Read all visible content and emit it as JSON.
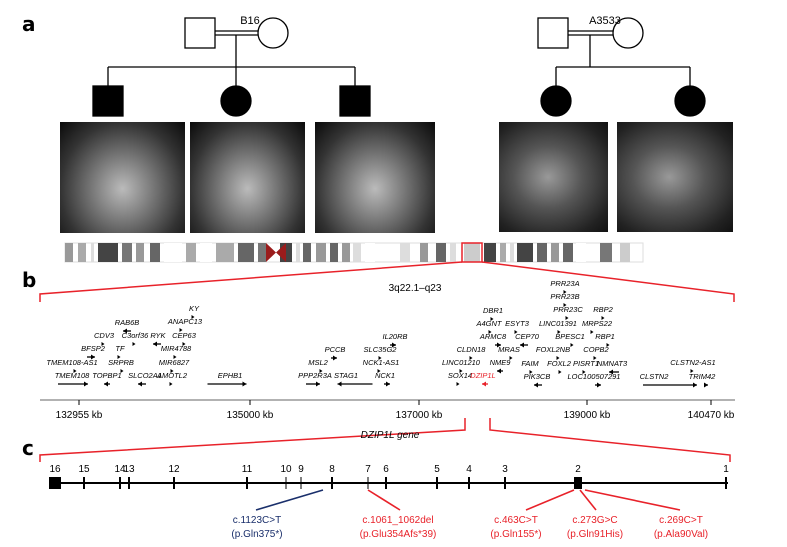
{
  "panels": {
    "a": "a",
    "b": "b",
    "c": "c"
  },
  "pedigrees": [
    {
      "id": "B16"
    },
    {
      "id": "A3533"
    }
  ],
  "region_label": "3q22.1–q23",
  "axis_ticks": [
    "132955 kb",
    "135000 kb",
    "137000 kb",
    "139000 kb",
    "140470 kb"
  ],
  "genes": [
    {
      "name": "KY",
      "strand": "+"
    },
    {
      "name": "ANAPC13",
      "strand": "."
    },
    {
      "name": "CEP63",
      "strand": "+"
    },
    {
      "name": "RAB6B",
      "strand": "-"
    },
    {
      "name": "CDV3",
      "strand": "."
    },
    {
      "name": "C3orf36",
      "strand": "."
    },
    {
      "name": "RYK",
      "strand": "-"
    },
    {
      "name": "BFSP2",
      "strand": "+"
    },
    {
      "name": "TF",
      "strand": "."
    },
    {
      "name": "MIR4788",
      "strand": "."
    },
    {
      "name": "TMEM108-AS1",
      "strand": "."
    },
    {
      "name": "SRPRB",
      "strand": "."
    },
    {
      "name": "MIR6827",
      "strand": "."
    },
    {
      "name": "TMEM108",
      "strand": "+"
    },
    {
      "name": "TOPBP1",
      "strand": "-"
    },
    {
      "name": "SLCO2A1",
      "strand": "-"
    },
    {
      "name": "AMOTL2",
      "strand": "."
    },
    {
      "name": "EPHB1",
      "strand": "+"
    },
    {
      "name": "DBR1",
      "strand": "."
    },
    {
      "name": "A4GNT",
      "strand": "."
    },
    {
      "name": "ESYT3",
      "strand": "."
    },
    {
      "name": "IL20RB",
      "strand": "+"
    },
    {
      "name": "ARMC8",
      "strand": "+"
    },
    {
      "name": "CEP70",
      "strand": "-"
    },
    {
      "name": "PCCB",
      "strand": "+"
    },
    {
      "name": "SLC35G2",
      "strand": "."
    },
    {
      "name": "CLDN18",
      "strand": "."
    },
    {
      "name": "MRAS",
      "strand": "."
    },
    {
      "name": "MSL2",
      "strand": "."
    },
    {
      "name": "NCK1-AS1",
      "strand": "."
    },
    {
      "name": "LINC01210",
      "strand": "."
    },
    {
      "name": "NME9",
      "strand": "-"
    },
    {
      "name": "PPP2R3A",
      "strand": "+"
    },
    {
      "name": "STAG1",
      "strand": "-"
    },
    {
      "name": "NCK1",
      "strand": "+"
    },
    {
      "name": "SOX14",
      "strand": "."
    },
    {
      "name": "DZIP1L",
      "strand": "-",
      "highlight": true
    },
    {
      "name": "PRR23A",
      "strand": "."
    },
    {
      "name": "PRR23B",
      "strand": "."
    },
    {
      "name": "PRR23C",
      "strand": "."
    },
    {
      "name": "RBP2",
      "strand": "."
    },
    {
      "name": "LINC01391",
      "strand": "."
    },
    {
      "name": "MRPS22",
      "strand": "."
    },
    {
      "name": "BPESC1",
      "strand": "."
    },
    {
      "name": "RBP1",
      "strand": "."
    },
    {
      "name": "FOXL2NB",
      "strand": "."
    },
    {
      "name": "COPB2",
      "strand": "."
    },
    {
      "name": "FAIM",
      "strand": "."
    },
    {
      "name": "FOXL2",
      "strand": "."
    },
    {
      "name": "PISRT1",
      "strand": "."
    },
    {
      "name": "NMNAT3",
      "strand": "-"
    },
    {
      "name": "CLSTN2-AS1",
      "strand": "."
    },
    {
      "name": "PIK3CB",
      "strand": "-"
    },
    {
      "name": "LOC100507291",
      "strand": "+"
    },
    {
      "name": "CLSTN2",
      "strand": "+"
    },
    {
      "name": "TRIM42",
      "strand": "+"
    }
  ],
  "gene_title": "DZIP1L gene",
  "exons": [
    "16",
    "15",
    "14",
    "13",
    "12",
    "11",
    "10",
    "9",
    "8",
    "7",
    "6",
    "5",
    "4",
    "3",
    "2",
    "1"
  ],
  "mutations": [
    {
      "c": "c.1123C>T",
      "p": "(p.Gln375*)",
      "color": "#1a2f6b"
    },
    {
      "c": "c.1061_1062del",
      "p": "(p.Glu354Afs*39)",
      "color": "#e8222a"
    },
    {
      "c": "c.463C>T",
      "p": "(p.Gln155*)",
      "color": "#e8222a"
    },
    {
      "c": "c.273G>C",
      "p": "(p.Gln91His)",
      "color": "#e8222a"
    },
    {
      "c": "c.269C>T",
      "p": "(p.Ala90Val)",
      "color": "#e8222a"
    }
  ],
  "colors": {
    "highlight": "#e8222a",
    "blue": "#1a2f6b"
  }
}
